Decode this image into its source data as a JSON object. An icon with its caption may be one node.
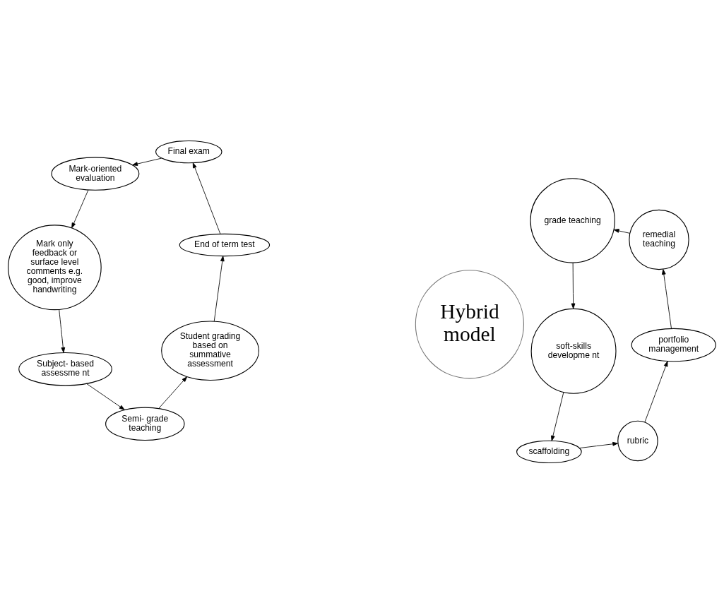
{
  "diagram": {
    "nodes": [
      {
        "text": [
          "Final exam"
        ]
      },
      {
        "text": [
          "Mark-oriented evaluation"
        ]
      },
      {
        "text": [
          "Mark only feedback or surface level comments e.g. good, improve handwriting"
        ]
      },
      {
        "text": [
          "Subject- based assessme nt"
        ]
      },
      {
        "text": [
          "Semi- grade teaching"
        ]
      },
      {
        "text": [
          "Student grading based on summative assessment"
        ]
      },
      {
        "text": [
          "End of term test"
        ]
      },
      {
        "text": [
          "Hybrid model"
        ]
      },
      {
        "text": [
          "scaffolding"
        ]
      },
      {
        "text": [
          "rubric"
        ]
      },
      {
        "text": [
          "portfolio management"
        ]
      },
      {
        "text": [
          "remedial teaching"
        ]
      },
      {
        "text": [
          "grade teaching"
        ]
      },
      {
        "text": [
          "soft-skills developme nt"
        ]
      }
    ],
    "edges": [
      {
        "from": 0,
        "to": 1,
        "arrow": "to"
      },
      {
        "from": 1,
        "to": 2,
        "arrow": "to"
      },
      {
        "from": 2,
        "to": 3,
        "arrow": "to"
      },
      {
        "from": 3,
        "to": 4,
        "arrow": "to"
      },
      {
        "from": 4,
        "to": 5,
        "arrow": "to"
      },
      {
        "from": 5,
        "to": 6,
        "arrow": "to"
      },
      {
        "from": 6,
        "to": 0,
        "arrow": "to"
      },
      {
        "from": 8,
        "to": 9,
        "arrow": "to"
      },
      {
        "from": 9,
        "to": 10,
        "arrow": "to"
      },
      {
        "from": 10,
        "to": 11,
        "arrow": "to"
      },
      {
        "from": 11,
        "to": 12,
        "arrow": "to"
      },
      {
        "from": 12,
        "to": 13,
        "arrow": "to"
      },
      {
        "from": 13,
        "to": 8,
        "arrow": "to"
      }
    ]
  }
}
